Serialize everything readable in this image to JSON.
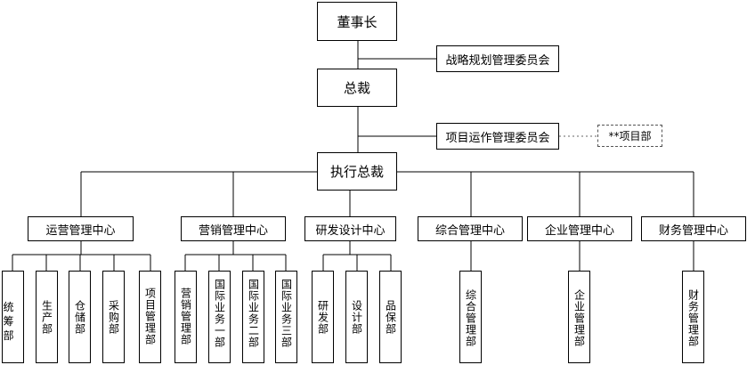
{
  "chairman": "董事长",
  "strategy_committee": "战略规划管理委员会",
  "president": "总裁",
  "project_committee": "项目运作管理委员会",
  "project_dept": "**项目部",
  "executive_president": "执行总裁",
  "centers": [
    {
      "name": "运营管理中心",
      "depts": [
        "统筹部",
        "生产部",
        "仓储部",
        "采购部",
        "项目管理部"
      ]
    },
    {
      "name": "营销管理中心",
      "depts": [
        "营销管理部",
        "国际业务一部",
        "国际业务二部",
        "国际业务三部"
      ]
    },
    {
      "name": "研发设计中心",
      "depts": [
        "研发部",
        "设计部",
        "品保部"
      ]
    },
    {
      "name": "综合管理中心",
      "depts": [
        "综合管理部"
      ]
    },
    {
      "name": "企业管理中心",
      "depts": [
        "企业管理部"
      ]
    },
    {
      "name": "财务管理中心",
      "depts": [
        "财务管理部"
      ]
    }
  ]
}
